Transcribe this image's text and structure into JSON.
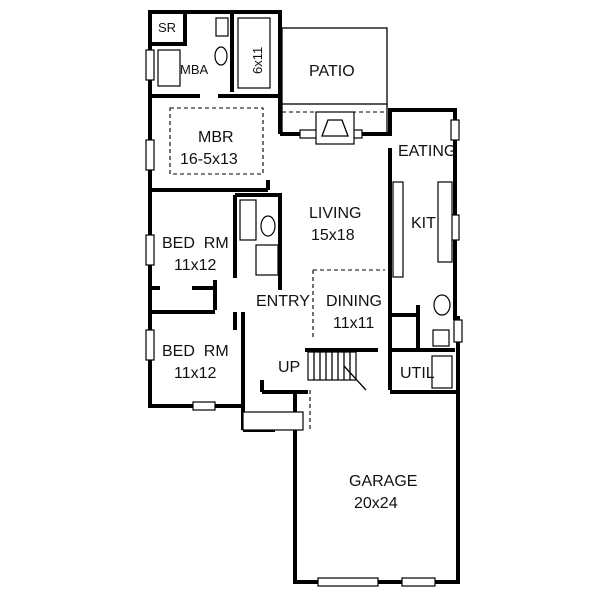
{
  "rooms": {
    "sr": "SR",
    "mba": "MBA",
    "closet": "6x11",
    "patio": "PATIO",
    "mbr_name": "MBR",
    "mbr_size": "16-5x13",
    "eating": "EATING",
    "living_name": "LIVING",
    "living_size": "15x18",
    "kit": "KIT",
    "bed1_name": "BED  RM",
    "bed1_size": "11x12",
    "entry": "ENTRY",
    "dining_name": "DINING",
    "dining_size": "11x11",
    "bed2_name": "BED  RM",
    "bed2_size": "11x12",
    "up": "UP",
    "util": "UTIL",
    "garage_name": "GARAGE",
    "garage_size": "20x24"
  }
}
